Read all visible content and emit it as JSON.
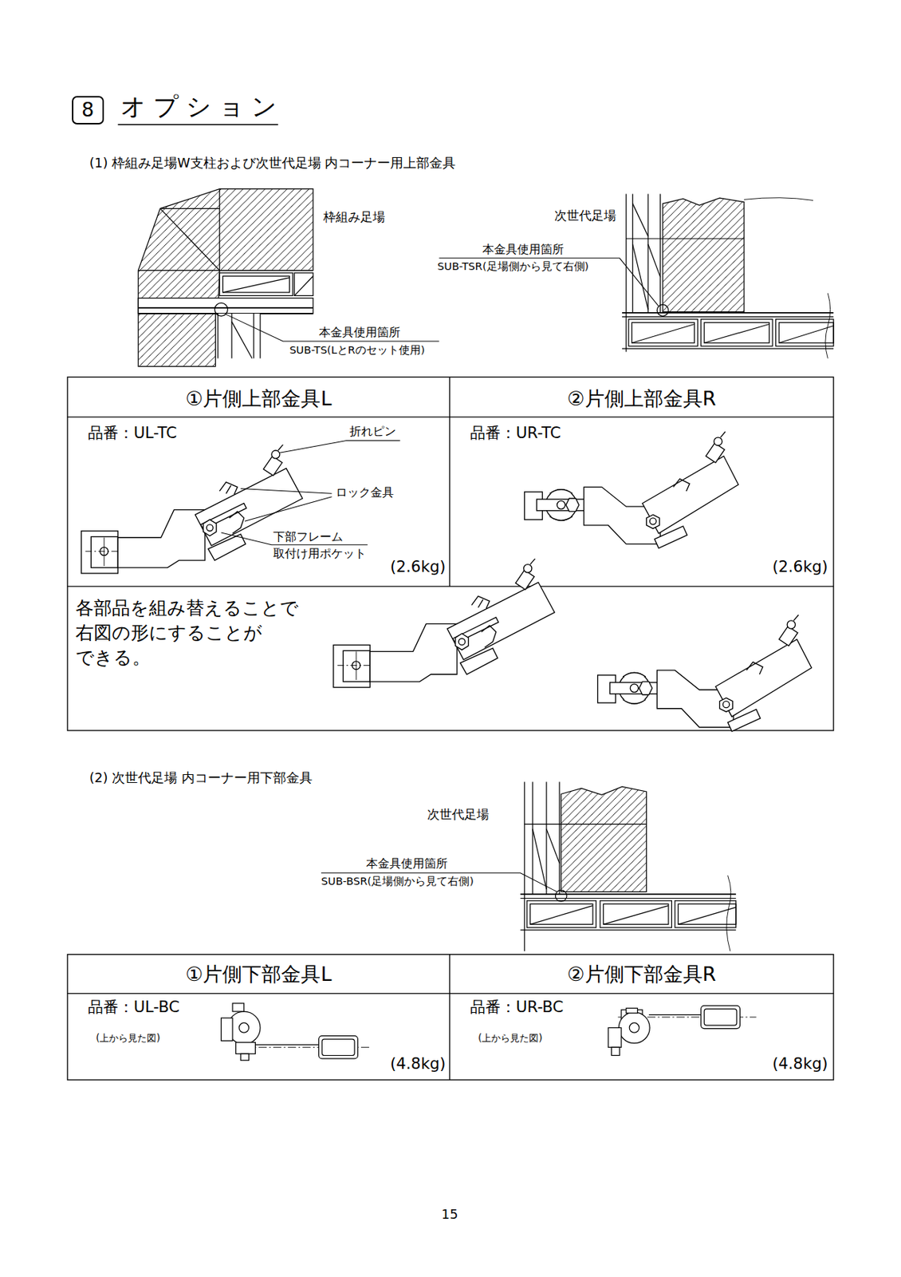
{
  "diagram": {
    "title": "オプション",
    "nodes": [
      {
        "text": [
          "8"
        ]
      }
    ],
    "labels": [
      "(1) 枠組み足場W支柱および次世代足場 内コーナー用上部金具",
      "枠組み足場",
      "本金具使用箇所",
      "SUB-TS(LとRのセット使用)",
      "次世代足場",
      "本金具使用箇所",
      "SUB-TSR(足場側から見て右側)",
      "①片側上部金具L",
      "②片側上部金具R",
      "品番：UL-TC",
      "折れピン",
      "ロック金具",
      "下部フレーム",
      "取付け用ポケット",
      "(2.6kg)",
      "品番：UR-TC",
      "(2.6kg)",
      "各部品を組み替えることで 右図の形にすることが できる。",
      "(2) 次世代足場 内コーナー用下部金具",
      "次世代足場",
      "本金具使用箇所",
      "SUB-BSR(足場側から見て右側)",
      "①片側下部金具L",
      "②片側下部金具R",
      "品番：UL-BC",
      "(上から見た図)",
      "(4.8kg)",
      "品番：UR-BC",
      "(上から見た図)",
      "(4.8kg)",
      "15"
    ]
  }
}
